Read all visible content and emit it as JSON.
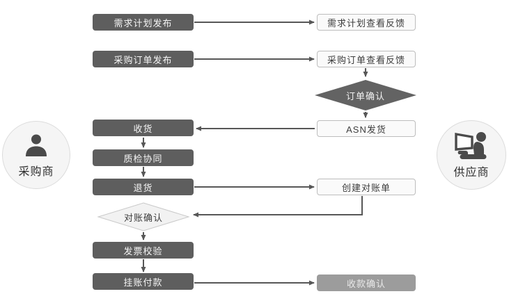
{
  "diagram": {
    "roles": {
      "buyer": {
        "label": "采购商",
        "icon": "person-icon"
      },
      "supplier": {
        "label": "供应商",
        "icon": "person-laptop-icon"
      }
    },
    "nodes": {
      "demand_plan_publish": {
        "label": "需求计划发布",
        "shape": "process",
        "style": "dark"
      },
      "demand_plan_feedback": {
        "label": "需求计划查看反馈",
        "shape": "process",
        "style": "light"
      },
      "purchase_order_publish": {
        "label": "采购订单发布",
        "shape": "process",
        "style": "dark"
      },
      "purchase_order_feedback": {
        "label": "采购订单查看反馈",
        "shape": "process",
        "style": "light"
      },
      "order_confirm": {
        "label": "订单确认",
        "shape": "decision",
        "style": "dark"
      },
      "asn_shipping": {
        "label": "ASN发货",
        "shape": "process",
        "style": "light"
      },
      "receiving": {
        "label": "收货",
        "shape": "process",
        "style": "dark"
      },
      "quality_collaboration": {
        "label": "质检协同",
        "shape": "process",
        "style": "dark"
      },
      "returns": {
        "label": "退货",
        "shape": "process",
        "style": "dark"
      },
      "create_reconciliation": {
        "label": "创建对账单",
        "shape": "process",
        "style": "light"
      },
      "reconciliation_confirm": {
        "label": "对账确认",
        "shape": "decision",
        "style": "light"
      },
      "invoice_verification": {
        "label": "发票校验",
        "shape": "process",
        "style": "dark"
      },
      "account_payment": {
        "label": "挂账付款",
        "shape": "process",
        "style": "dark"
      },
      "receipt_confirm": {
        "label": "收款确认",
        "shape": "process",
        "style": "gray"
      }
    },
    "colors": {
      "node_dark": "#5e5e5e",
      "node_light_bg": "#fafafa",
      "node_light_border": "#bdbdbd",
      "node_gray": "#9c9c9c",
      "decision_dark": "#636363",
      "decision_light_bg": "#f2f2f2",
      "decision_light_border": "#c9c9c9",
      "connector": "#575757",
      "circle_bg": "#f5f5f5",
      "circle_border": "#dcdcdc",
      "icon": "#4a4a4a"
    }
  }
}
